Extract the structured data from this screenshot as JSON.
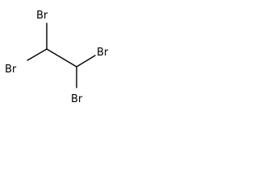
{
  "molecule": {
    "atoms": {
      "br1": "Br",
      "br2": "Br",
      "br3": "Br",
      "br4": "Br"
    }
  }
}
